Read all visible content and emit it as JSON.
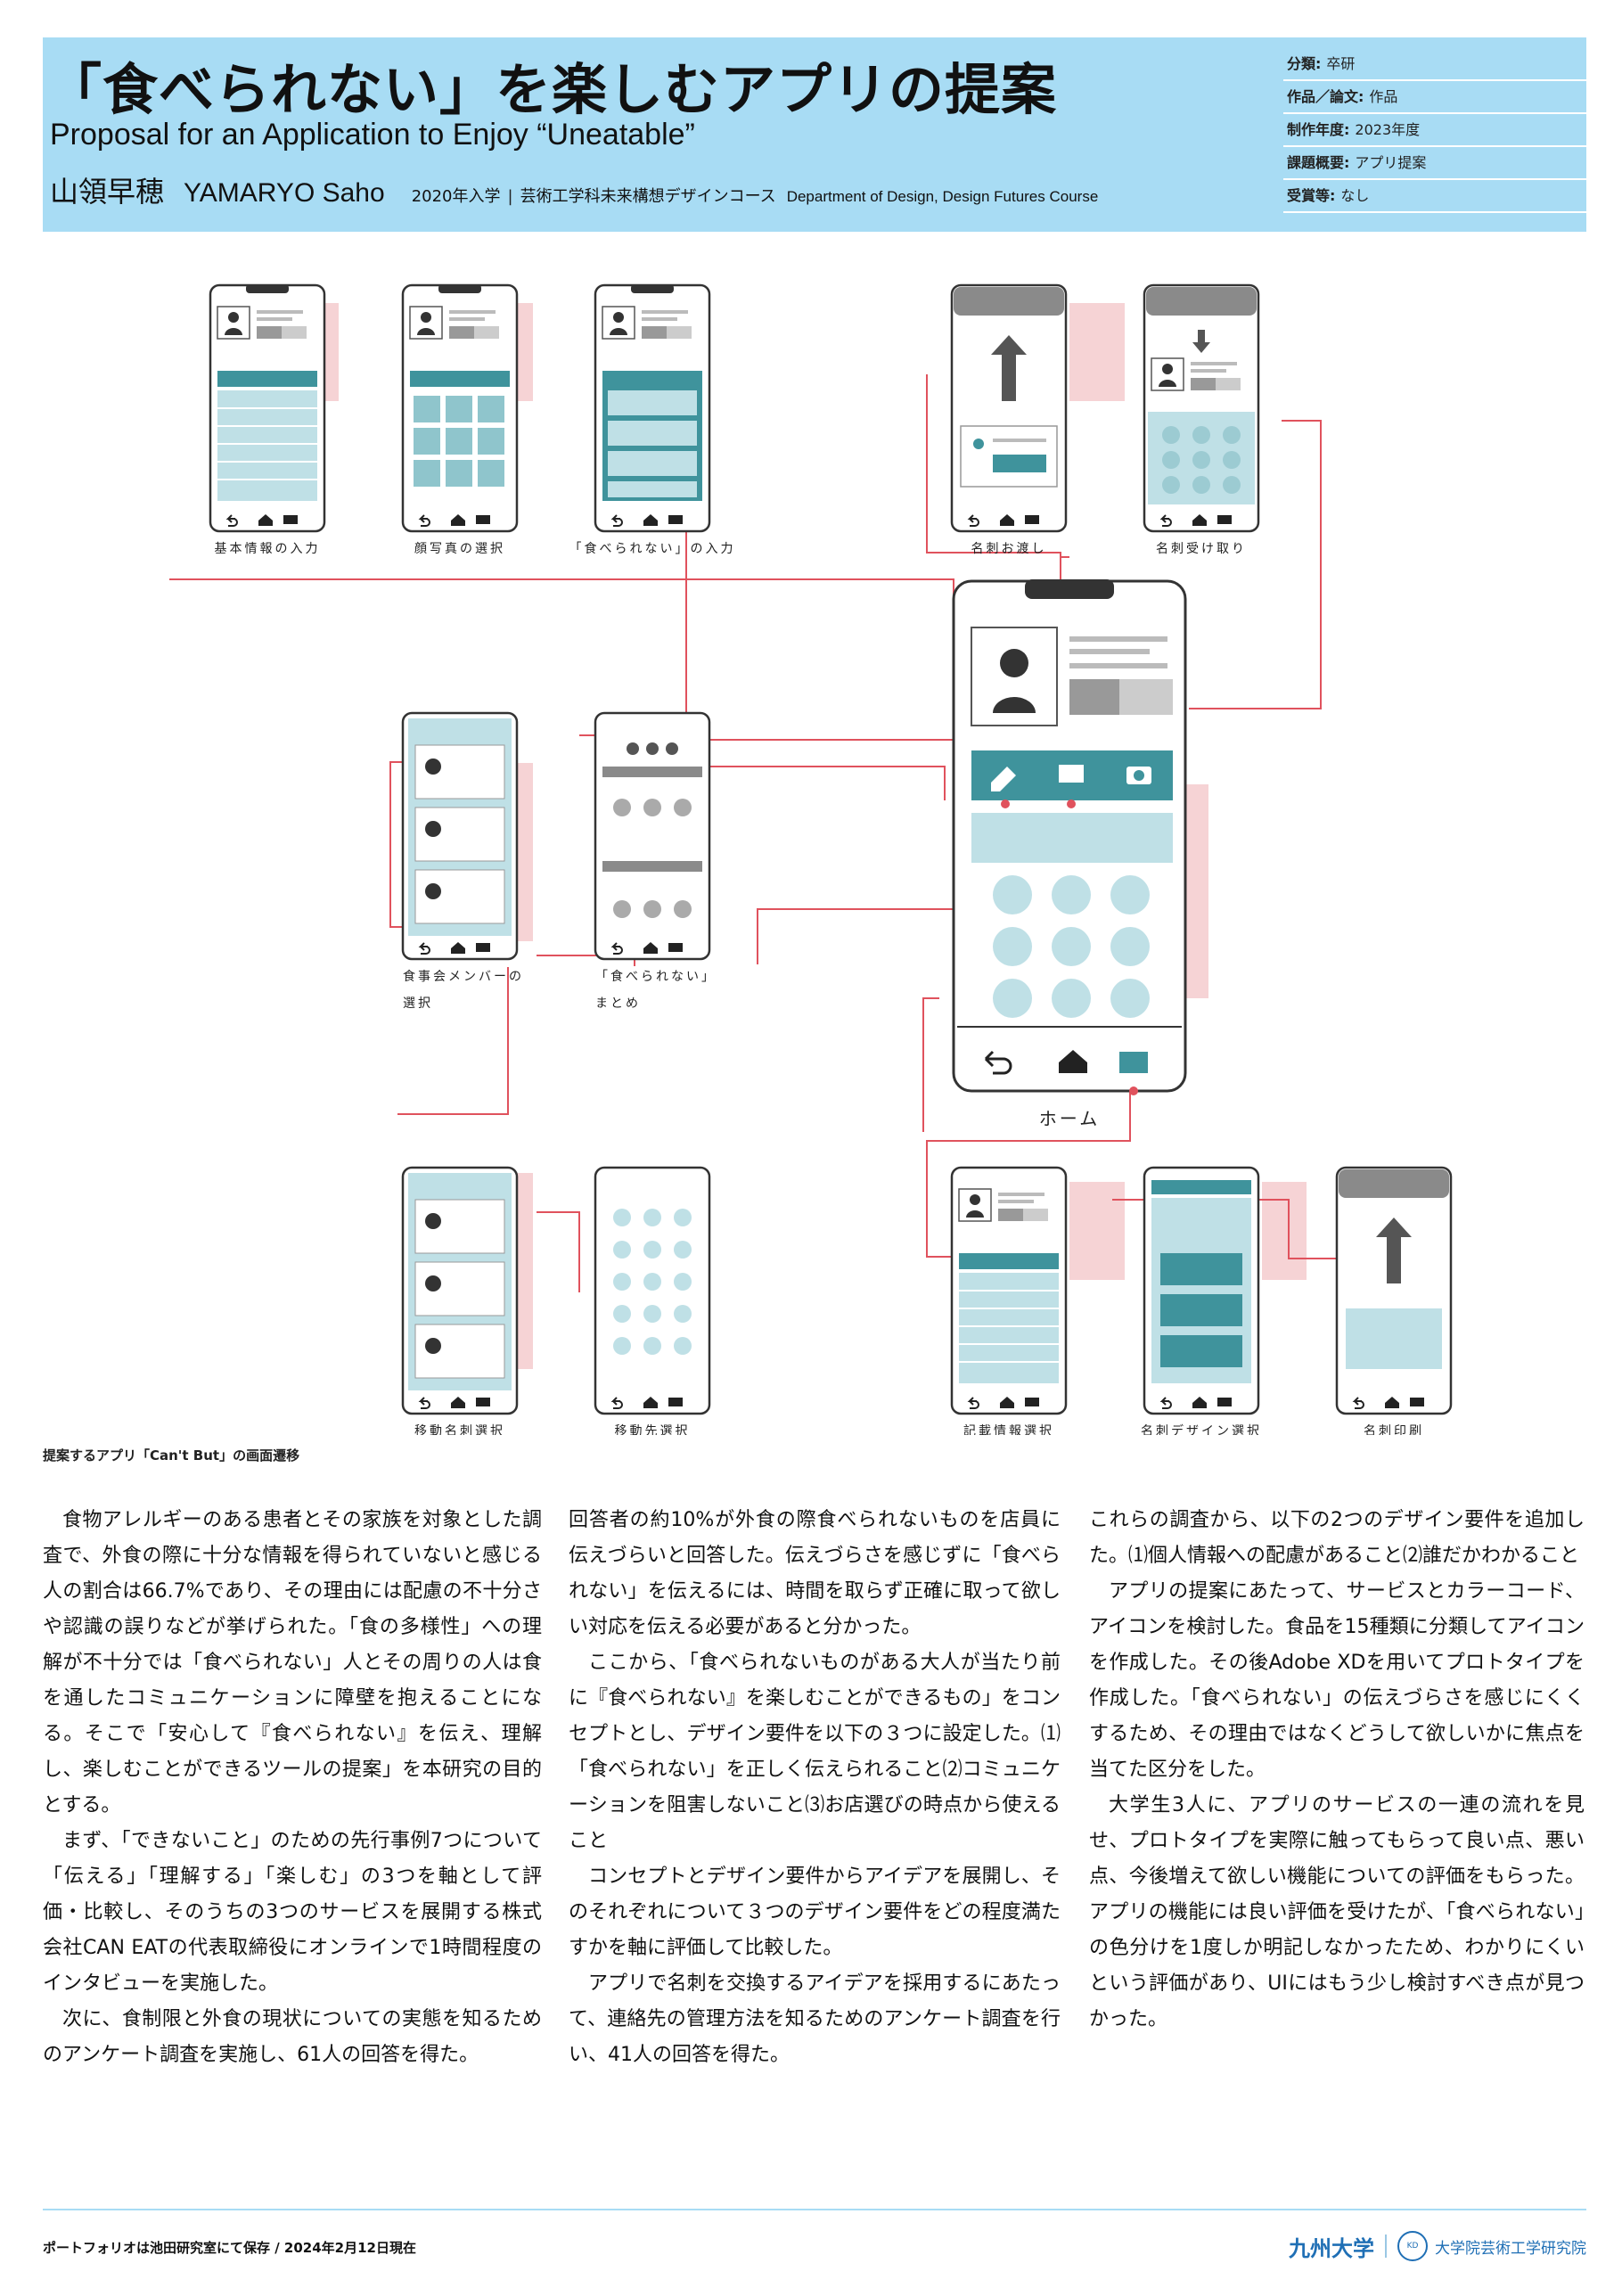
{
  "header": {
    "title_jp": "「食べられない」を楽しむアプリの提案",
    "title_en": "Proposal for an Application to Enjoy “Uneatable”",
    "author_jp": "山領早穂",
    "author_en": "YAMARYO Saho",
    "enrollment": "2020年入学",
    "separator": "|",
    "course_jp": "芸術工学科未来構想デザインコース",
    "course_en": "Department of Design, Design Futures Course",
    "meta": [
      {
        "key": "分類:",
        "value": "卒研"
      },
      {
        "key": "作品／論文:",
        "value": "作品"
      },
      {
        "key": "制作年度:",
        "value": "2023年度"
      },
      {
        "key": "課題概要:",
        "value": "アプリ提案"
      },
      {
        "key": "受賞等:",
        "value": "なし"
      }
    ]
  },
  "diagram": {
    "labels": {
      "basic_info": "基本情報の入力",
      "face_photo": "顔写真の選択",
      "uneatable_input": "「食べられない」の入力",
      "card_give": "名刺お渡し",
      "card_receive": "名刺受け取り",
      "member_select_1": "食事会メンバーの",
      "member_select_2": "選択",
      "summary_1": "「食べられない」",
      "summary_2": "まとめ",
      "home": "ホーム",
      "move_card": "移動名刺選択",
      "move_dest": "移動先選択",
      "info_select": "記載情報選択",
      "card_design": "名刺デザイン選択",
      "card_print": "名刺印刷"
    },
    "colors": {
      "teal": "#3f939c",
      "light_teal": "#bfe0e6",
      "pink": "#f6d3d5",
      "red_line": "#e0525d",
      "gray": "#8a8a8a"
    },
    "icons": [
      "person-icon",
      "pencil-icon",
      "card-icon",
      "camera-icon",
      "back-icon",
      "home-icon",
      "print-icon",
      "arrow-up-icon",
      "arrow-down-icon"
    ]
  },
  "caption": "提案するアプリ「Can't But」の画面遷移",
  "body": {
    "col1": [
      "食物アレルギーのある患者とその家族を対象とした調査で、外食の際に十分な情報を得られていないと感じる人の割合は66.7%であり、その理由には配慮の不十分さや認識の誤りなどが挙げられた。「食の多様性」への理解が不十分では「食べられない」人とその周りの人は食を通したコミュニケーションに障壁を抱えることになる。そこで「安心して『食べられない』を伝え、理解し、楽しむことができるツールの提案」を本研究の目的とする。",
      "まず、「できないこと」のための先行事例7つについて「伝える」「理解する」「楽しむ」の3つを軸として評価・比較し、そのうちの3つのサービスを展開する株式会社CAN EATの代表取締役にオンラインで1時間程度のインタビューを実施した。",
      "次に、食制限と外食の現状についての実態を知るためのアンケート調査を実施し、61人の回答を得た。"
    ],
    "col2": [
      "回答者の約10%が外食の際食べられないものを店員に伝えづらいと回答した。伝えづらさを感じずに「食べられない」を伝えるには、時間を取らず正確に取って欲しい対応を伝える必要があると分かった。",
      "ここから、「食べられないものがある大人が当たり前に『食べられない』を楽しむことができるもの」をコンセプトとし、デザイン要件を以下の３つに設定した。⑴「食べられない」を正しく伝えられること⑵コミュニケーションを阻害しないこと⑶お店選びの時点から使えること",
      "コンセプトとデザイン要件からアイデアを展開し、そのそれぞれについて３つのデザイン要件をどの程度満たすかを軸に評価して比較した。",
      "アプリで名刺を交換するアイデアを採用するにあたって、連絡先の管理方法を知るためのアンケート調査を行い、41人の回答を得た。"
    ],
    "col3": [
      "これらの調査から、以下の2つのデザイン要件を追加した。⑴個人情報への配慮があること⑵誰だかわかること",
      "アプリの提案にあたって、サービスとカラーコード、アイコンを検討した。食品を15種類に分類してアイコンを作成した。その後Adobe XDを用いてプロトタイプを作成した。「食べられない」の伝えづらさを感じにくくするため、その理由ではなくどうして欲しいかに焦点を当てた区分をした。",
      "大学生3人に、アプリのサービスの一連の流れを見せ、プロトタイプを実際に触ってもらって良い点、悪い点、今後増えて欲しい機能についての評価をもらった。アプリの機能には良い評価を受けたが、「食べられない」の色分けを1度しか明記しなかったため、わかりにくいという評価があり、UIにはもう少し検討すべき点が見つかった。"
    ]
  },
  "footer": {
    "note": "ポートフォリオは池田研究室にて保存 / 2024年2月12日現在",
    "university": "九州大学",
    "badge": "KD",
    "graduate_school": "大学院芸術工学研究院"
  }
}
